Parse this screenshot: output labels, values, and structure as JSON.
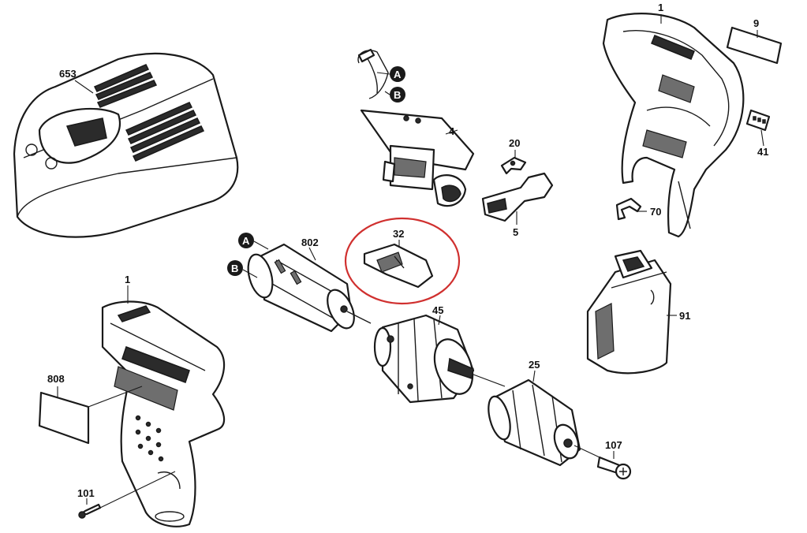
{
  "part_labels": {
    "p653": "653",
    "p1_top": "1",
    "p9": "9",
    "p41": "41",
    "p70": "70",
    "p4": "4",
    "p20": "20",
    "p5": "5",
    "p32": "32",
    "p802": "802",
    "p1_bottom": "1",
    "p808": "808",
    "p101": "101",
    "p45": "45",
    "p25": "25",
    "p107": "107",
    "p91": "91"
  },
  "connector_labels": {
    "a_top": "A",
    "b_top": "B",
    "a_motor": "A",
    "b_motor": "B"
  },
  "colors": {
    "line": "#1a1a1a",
    "highlight_circle": "#d0302f",
    "badge": "#1a1a1a"
  }
}
